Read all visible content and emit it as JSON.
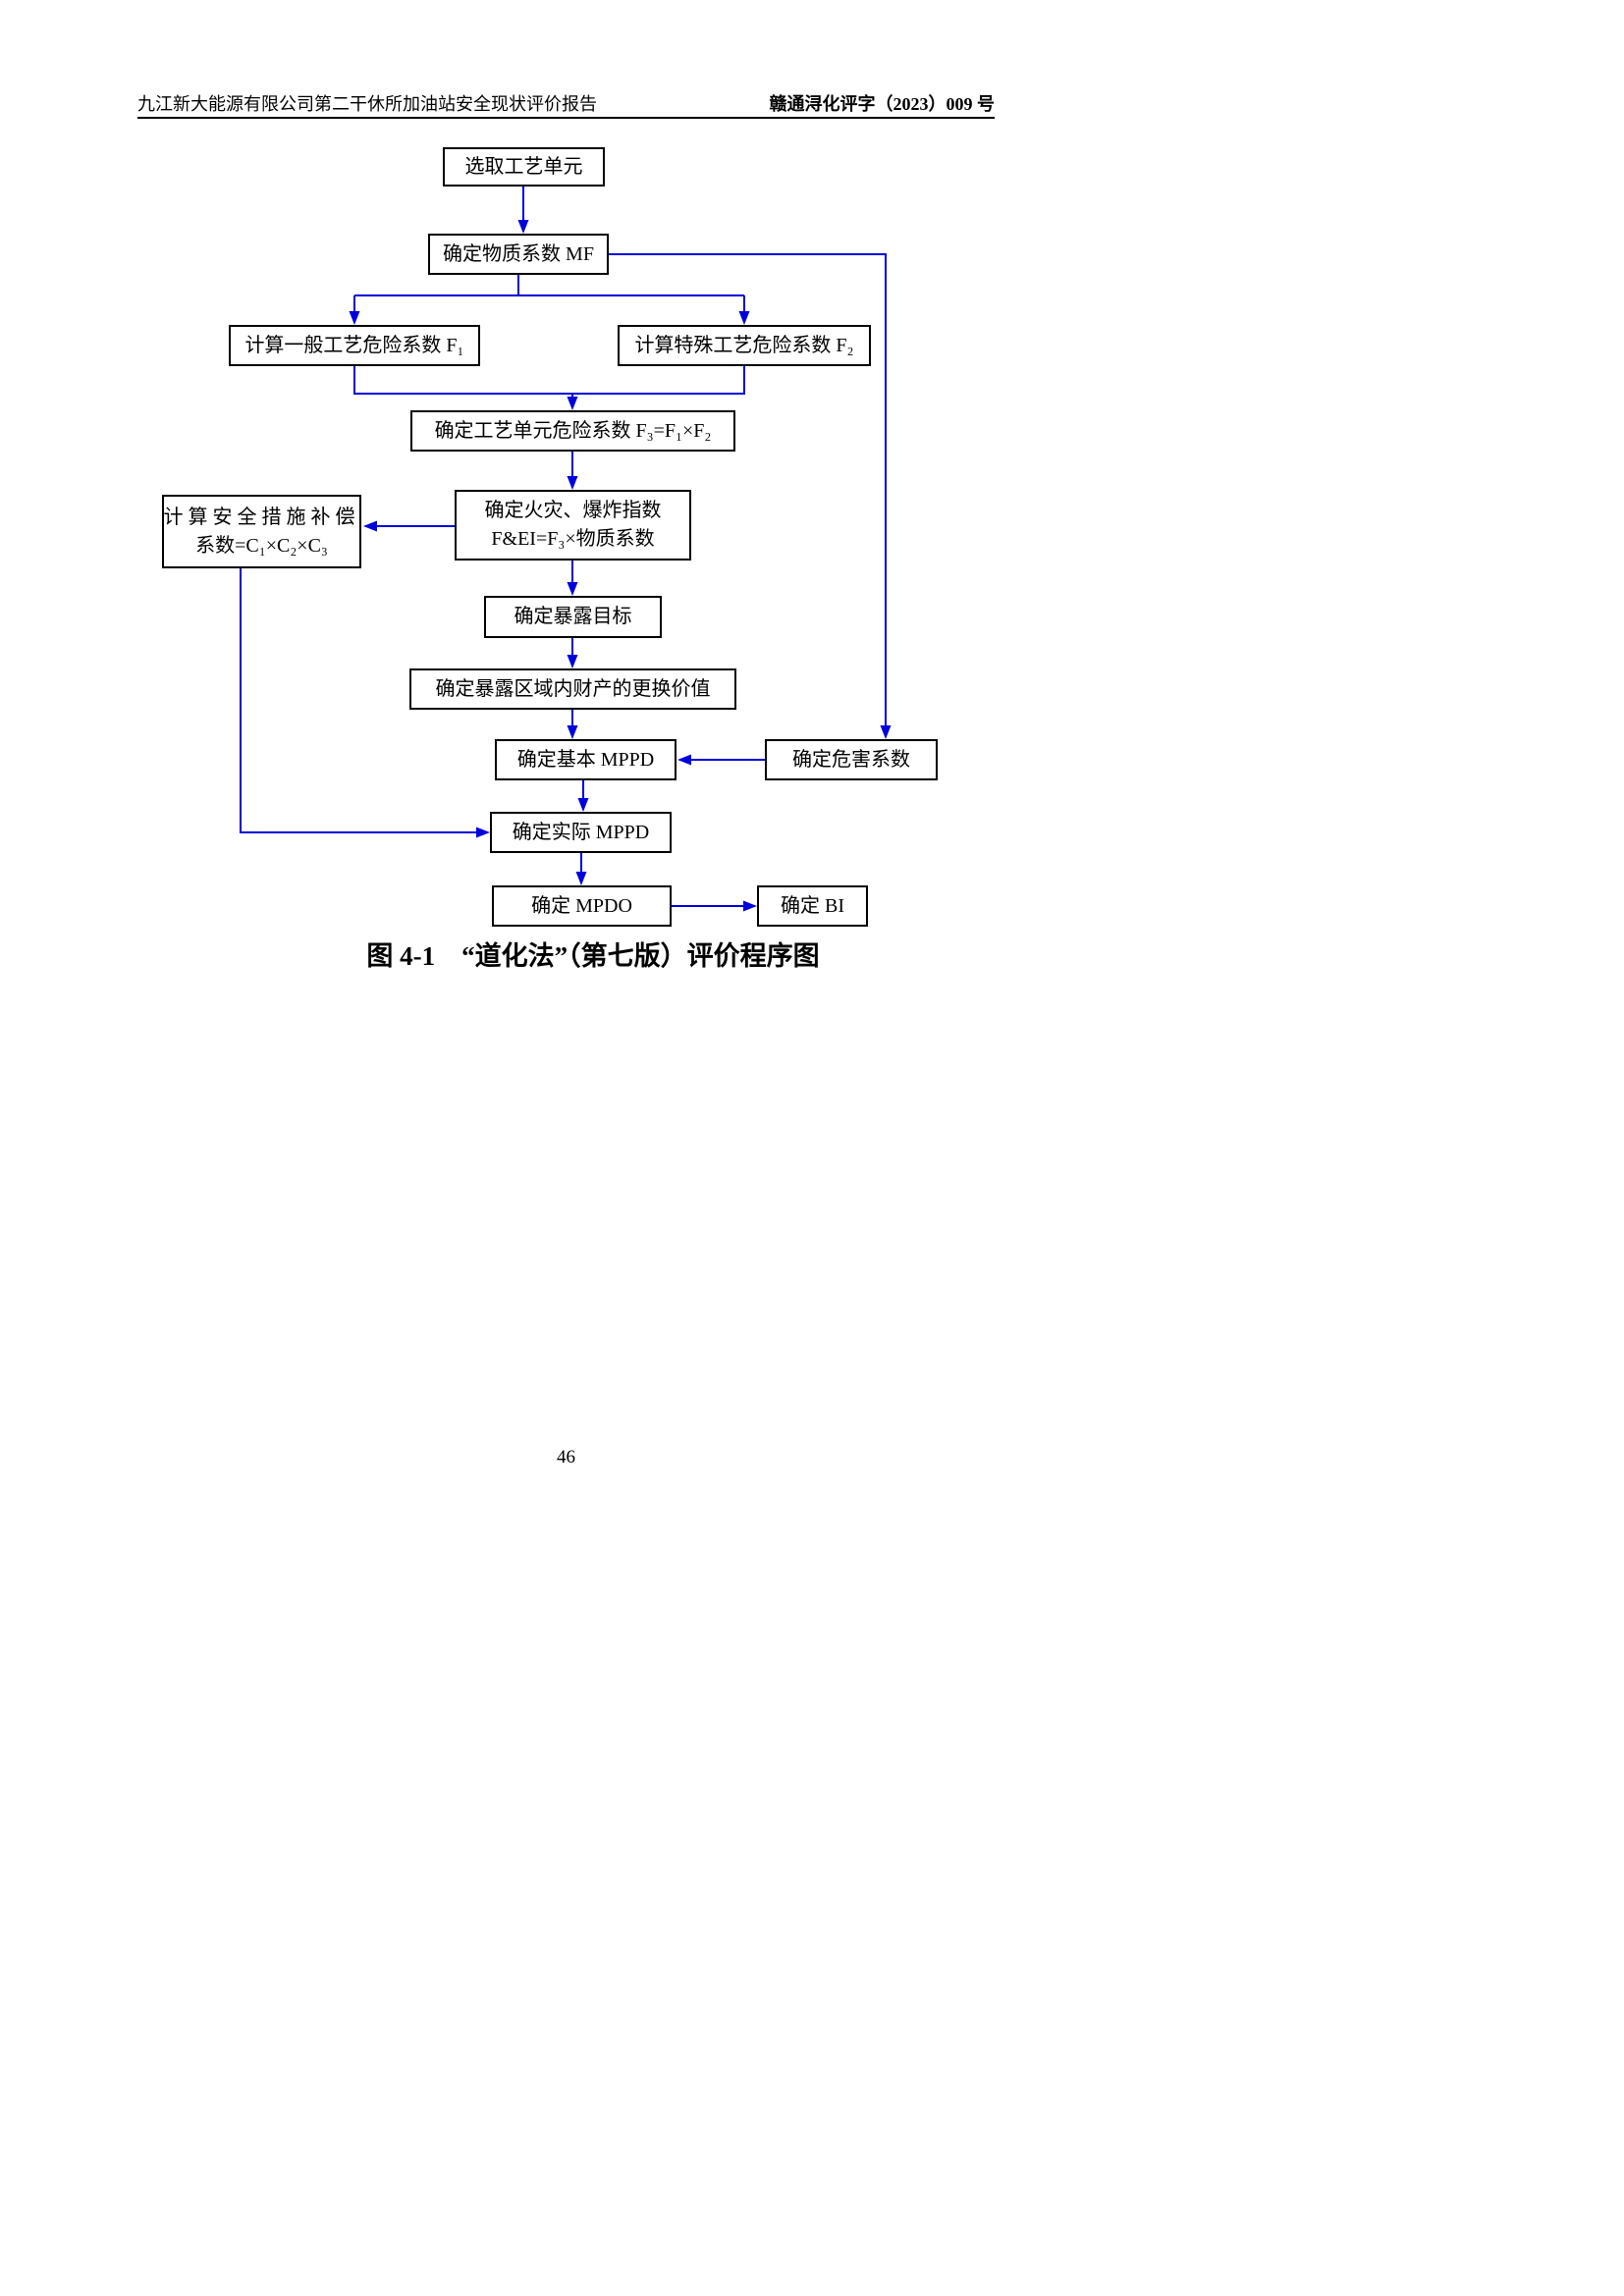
{
  "page": {
    "header_left": "九江新大能源有限公司第二干休所加油站安全现状评价报告",
    "header_right": "赣通浔化评字（2023）009 号",
    "page_number": "46"
  },
  "figure": {
    "caption": "图 4-1　“道化法”（第七版）评价程序图",
    "colors": {
      "arrow": "#0000dd",
      "box_border": "#000000"
    },
    "boxes": {
      "select_unit": {
        "label": "选取工艺单元"
      },
      "material_factor": {
        "label": "确定物质系数 MF"
      },
      "general_f1": {
        "label": "计算一般工艺危险系数 F₁"
      },
      "special_f2": {
        "label": "计算特殊工艺危险系数 F₂"
      },
      "unit_f3": {
        "label": "确定工艺单元危险系数 F₃=F₁×F₂"
      },
      "fei": {
        "line1": "确定火灾、爆炸指数",
        "line2": "F&EI=F₃×物质系数"
      },
      "compensation": {
        "line1": "计算安全措施补偿",
        "line2": "系数=C₁×C₂×C₃"
      },
      "exposure_target": {
        "label": "确定暴露目标"
      },
      "replacement_value": {
        "label": "确定暴露区域内财产的更换价值"
      },
      "basic_mppd": {
        "label": "确定基本 MPPD"
      },
      "hazard_factor": {
        "label": "确定危害系数"
      },
      "actual_mppd": {
        "label": "确定实际 MPPD"
      },
      "mpdo": {
        "label": "确定 MPDO"
      },
      "bi": {
        "label": "确定 BI"
      }
    },
    "edges": [
      {
        "from": "select_unit",
        "to": "material_factor"
      },
      {
        "from": "material_factor",
        "to": "general_f1"
      },
      {
        "from": "material_factor",
        "to": "special_f2"
      },
      {
        "from": "general_f1",
        "to": "unit_f3"
      },
      {
        "from": "special_f2",
        "to": "unit_f3"
      },
      {
        "from": "unit_f3",
        "to": "fei"
      },
      {
        "from": "fei",
        "to": "compensation"
      },
      {
        "from": "fei",
        "to": "exposure_target"
      },
      {
        "from": "exposure_target",
        "to": "replacement_value"
      },
      {
        "from": "replacement_value",
        "to": "basic_mppd"
      },
      {
        "from": "material_factor",
        "to": "hazard_factor"
      },
      {
        "from": "hazard_factor",
        "to": "basic_mppd"
      },
      {
        "from": "basic_mppd",
        "to": "actual_mppd"
      },
      {
        "from": "compensation",
        "to": "actual_mppd"
      },
      {
        "from": "actual_mppd",
        "to": "mpdo"
      },
      {
        "from": "mpdo",
        "to": "bi"
      }
    ]
  }
}
